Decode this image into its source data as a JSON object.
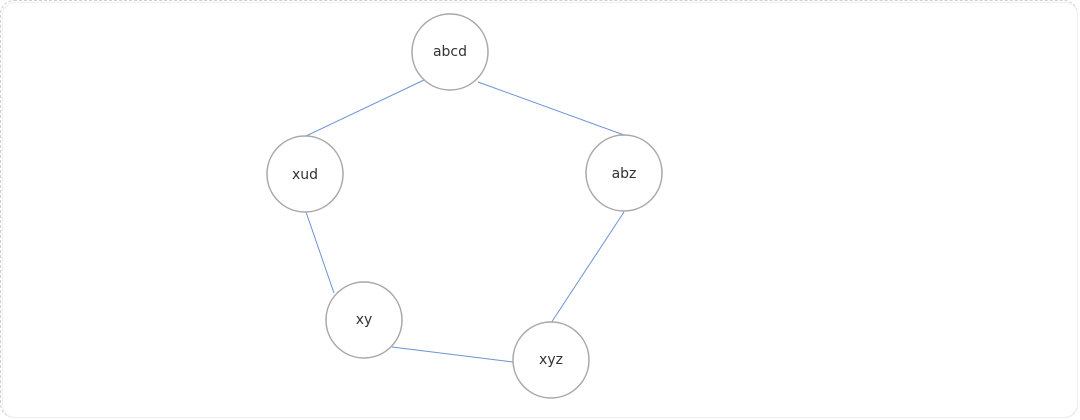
{
  "diagram": {
    "nodes": [
      {
        "id": "abcd",
        "label": "abcd"
      },
      {
        "id": "xud",
        "label": "xud"
      },
      {
        "id": "abz",
        "label": "abz"
      },
      {
        "id": "xy",
        "label": "xy"
      },
      {
        "id": "xyz",
        "label": "xyz"
      }
    ],
    "edges": [
      {
        "from": "abcd",
        "to": "xud"
      },
      {
        "from": "abcd",
        "to": "abz"
      },
      {
        "from": "xud",
        "to": "xy"
      },
      {
        "from": "abz",
        "to": "xyz"
      },
      {
        "from": "xy",
        "to": "xyz"
      }
    ],
    "colors": {
      "edge": "#6b93d3",
      "node_border": "#a8a8a8",
      "label": "#333333",
      "frame_border": "#cfcfcf"
    }
  }
}
